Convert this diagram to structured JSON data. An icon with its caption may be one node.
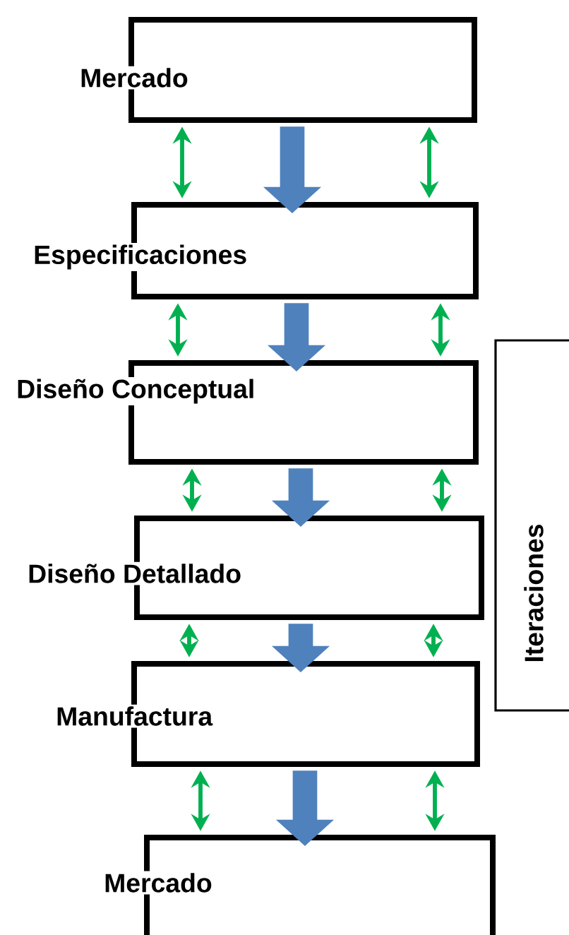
{
  "diagram": {
    "nodes": [
      {
        "text": [
          "Mercado"
        ]
      },
      {
        "text": [
          "Especificaciones"
        ]
      },
      {
        "text": [
          "Diseño Conceptual"
        ]
      },
      {
        "text": [
          "Diseño Detallado"
        ]
      },
      {
        "text": [
          "Manufactura"
        ]
      },
      {
        "text": [
          "Mercado"
        ]
      },
      {
        "text": [
          "Iteraciones"
        ]
      }
    ],
    "edges": [
      {
        "from": 0,
        "to": 1,
        "arrow": "both"
      },
      {
        "from": 0,
        "to": 1,
        "arrow": "to",
        "style": "thick",
        "color": "#4f81bd"
      },
      {
        "from": 0,
        "to": 1,
        "arrow": "both"
      },
      {
        "from": 1,
        "to": 2,
        "arrow": "both"
      },
      {
        "from": 1,
        "to": 2,
        "arrow": "to",
        "style": "thick",
        "color": "#4f81bd"
      },
      {
        "from": 1,
        "to": 2,
        "arrow": "both"
      },
      {
        "from": 2,
        "to": 3,
        "arrow": "both"
      },
      {
        "from": 2,
        "to": 3,
        "arrow": "to",
        "style": "thick",
        "color": "#4f81bd"
      },
      {
        "from": 2,
        "to": 3,
        "arrow": "both"
      },
      {
        "from": 3,
        "to": 4,
        "arrow": "both"
      },
      {
        "from": 3,
        "to": 4,
        "arrow": "to",
        "style": "thick",
        "color": "#4f81bd"
      },
      {
        "from": 3,
        "to": 4,
        "arrow": "both"
      },
      {
        "from": 4,
        "to": 5,
        "arrow": "both"
      },
      {
        "from": 4,
        "to": 5,
        "arrow": "to",
        "style": "thick",
        "color": "#4f81bd"
      },
      {
        "from": 4,
        "to": 5,
        "arrow": "both"
      }
    ]
  }
}
